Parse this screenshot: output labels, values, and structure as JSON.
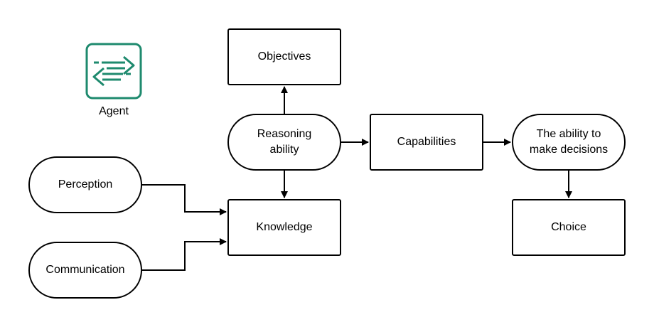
{
  "diagram": {
    "nodes": {
      "objectives": "Objectives",
      "reasoning": "Reasoning ability",
      "knowledge": "Knowledge",
      "capabilities": "Capabilities",
      "decisions": "The ability to make decisions",
      "choice": "Choice",
      "perception": "Perception",
      "communication": "Communication"
    },
    "agent": {
      "label": "Agent",
      "icon": "agent-arrows-icon",
      "color": "#1e8a6e"
    },
    "edges": [
      {
        "from": "reasoning",
        "to": "objectives"
      },
      {
        "from": "reasoning",
        "to": "knowledge"
      },
      {
        "from": "reasoning",
        "to": "capabilities"
      },
      {
        "from": "capabilities",
        "to": "decisions"
      },
      {
        "from": "decisions",
        "to": "choice"
      },
      {
        "from": "perception",
        "to": "knowledge"
      },
      {
        "from": "communication",
        "to": "knowledge"
      }
    ]
  }
}
